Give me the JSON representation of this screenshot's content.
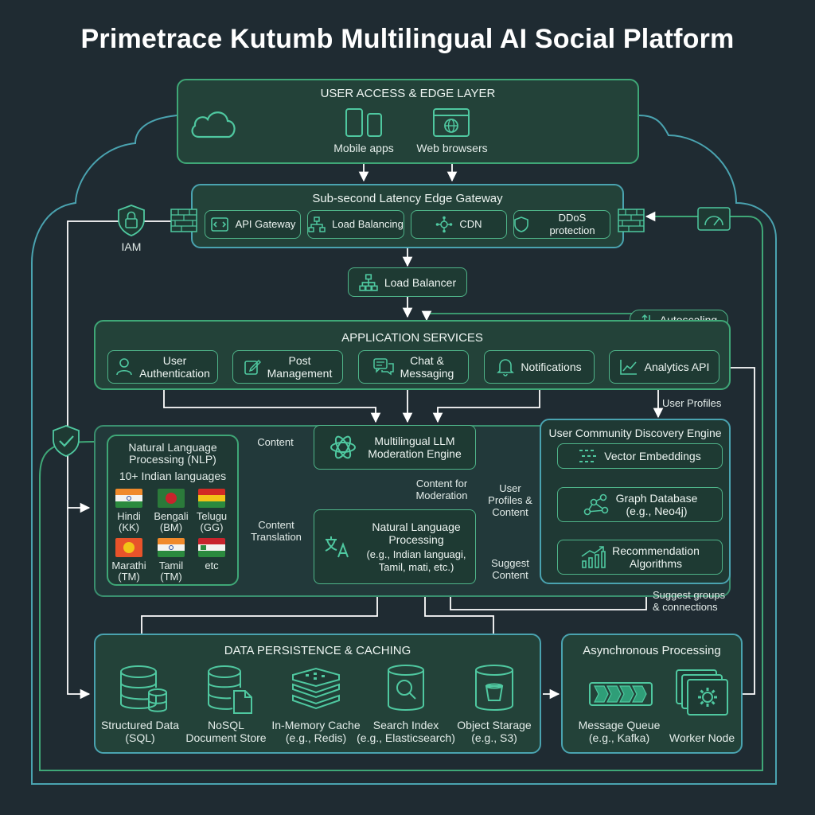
{
  "title": "Primetrace Kutumb Multilingual AI Social Platform",
  "edge_layer": {
    "title": "USER ACCESS & EDGE LAYER",
    "mobile_label": "Mobile apps",
    "web_label": "Web browsers"
  },
  "gateway": {
    "title": "Sub-second Latency Edge Gateway",
    "items": [
      "API Gateway",
      "Load Balancing",
      "CDN",
      "DDoS protection"
    ]
  },
  "iam_label": "IAM",
  "load_balancer_label": "Load Balancer",
  "autoscaling_label": "Autoscaling",
  "app_services": {
    "title": "APPLICATION SERVICES",
    "items": [
      {
        "line1": "User",
        "line2": "Authentication"
      },
      {
        "line1": "Post",
        "line2": "Management"
      },
      {
        "line1": "Chat &",
        "line2": "Messaging"
      },
      {
        "line1": "Notifications",
        "line2": ""
      },
      {
        "line1": "Analytics API",
        "line2": ""
      }
    ]
  },
  "nlp_panel": {
    "title_line1": "Natural Language",
    "title_line2": "Processing (NLP)",
    "subtitle": "10+ Indian languages",
    "languages": [
      {
        "name": "Hindi",
        "code": "(KK)"
      },
      {
        "name": "Bengali",
        "code": "(BM)"
      },
      {
        "name": "Telugu",
        "code": "(GG)"
      },
      {
        "name": "Marathi",
        "code": "(TM)"
      },
      {
        "name": "Tamil",
        "code": "(TM)"
      },
      {
        "name": "etc",
        "code": ""
      }
    ]
  },
  "llm": {
    "line1": "Multilingual LLM",
    "line2": "Moderation Engine"
  },
  "nlp_center": {
    "line1": "Natural Language",
    "line2": "Processing",
    "line3": "(e.g., Indian languagi,",
    "line4": "Tamil, mati, etc.)"
  },
  "discovery": {
    "title": "User Community Discovery Engine",
    "vector": "Vector Embeddings",
    "graph_line1": "Graph Database",
    "graph_line2": "(e.g., Neo4j)",
    "reco_line1": "Recommendation",
    "reco_line2": "Algorithms"
  },
  "flow_labels": {
    "content": "Content",
    "content_translation_1": "Content",
    "content_translation_2": "Translation",
    "content_moderation_1": "Content for",
    "content_moderation_2": "Moderation",
    "user_profiles": "User Profiles",
    "profiles_content_1": "User",
    "profiles_content_2": "Profiles &",
    "profiles_content_3": "Content",
    "suggest_content_1": "Suggest",
    "suggest_content_2": "Content",
    "suggest_groups_1": "Suggest groups",
    "suggest_groups_2": "& connections"
  },
  "data_layer": {
    "title": "DATA PERSISTENCE & CACHING",
    "items": [
      {
        "line1": "Structured Data",
        "line2": "(SQL)"
      },
      {
        "line1": "NoSQL",
        "line2": "Document Store"
      },
      {
        "line1": "In-Memory Cache",
        "line2": "(e.g., Redis)"
      },
      {
        "line1": "Search Index",
        "line2": "(e.g., Elasticsearch)"
      },
      {
        "line1": "Object Starage",
        "line2": "(e.g., S3)"
      }
    ]
  },
  "async": {
    "title": "Asynchronous Processing",
    "queue_line1": "Message Queue",
    "queue_line2": "(e.g., Kafka)",
    "worker": "Worker Node"
  },
  "colors": {
    "background": "#1f2b32",
    "panel": "#234239",
    "accent_green": "#3fa777",
    "accent_blue": "#4aa3b0",
    "icon": "#4fc8a0"
  }
}
